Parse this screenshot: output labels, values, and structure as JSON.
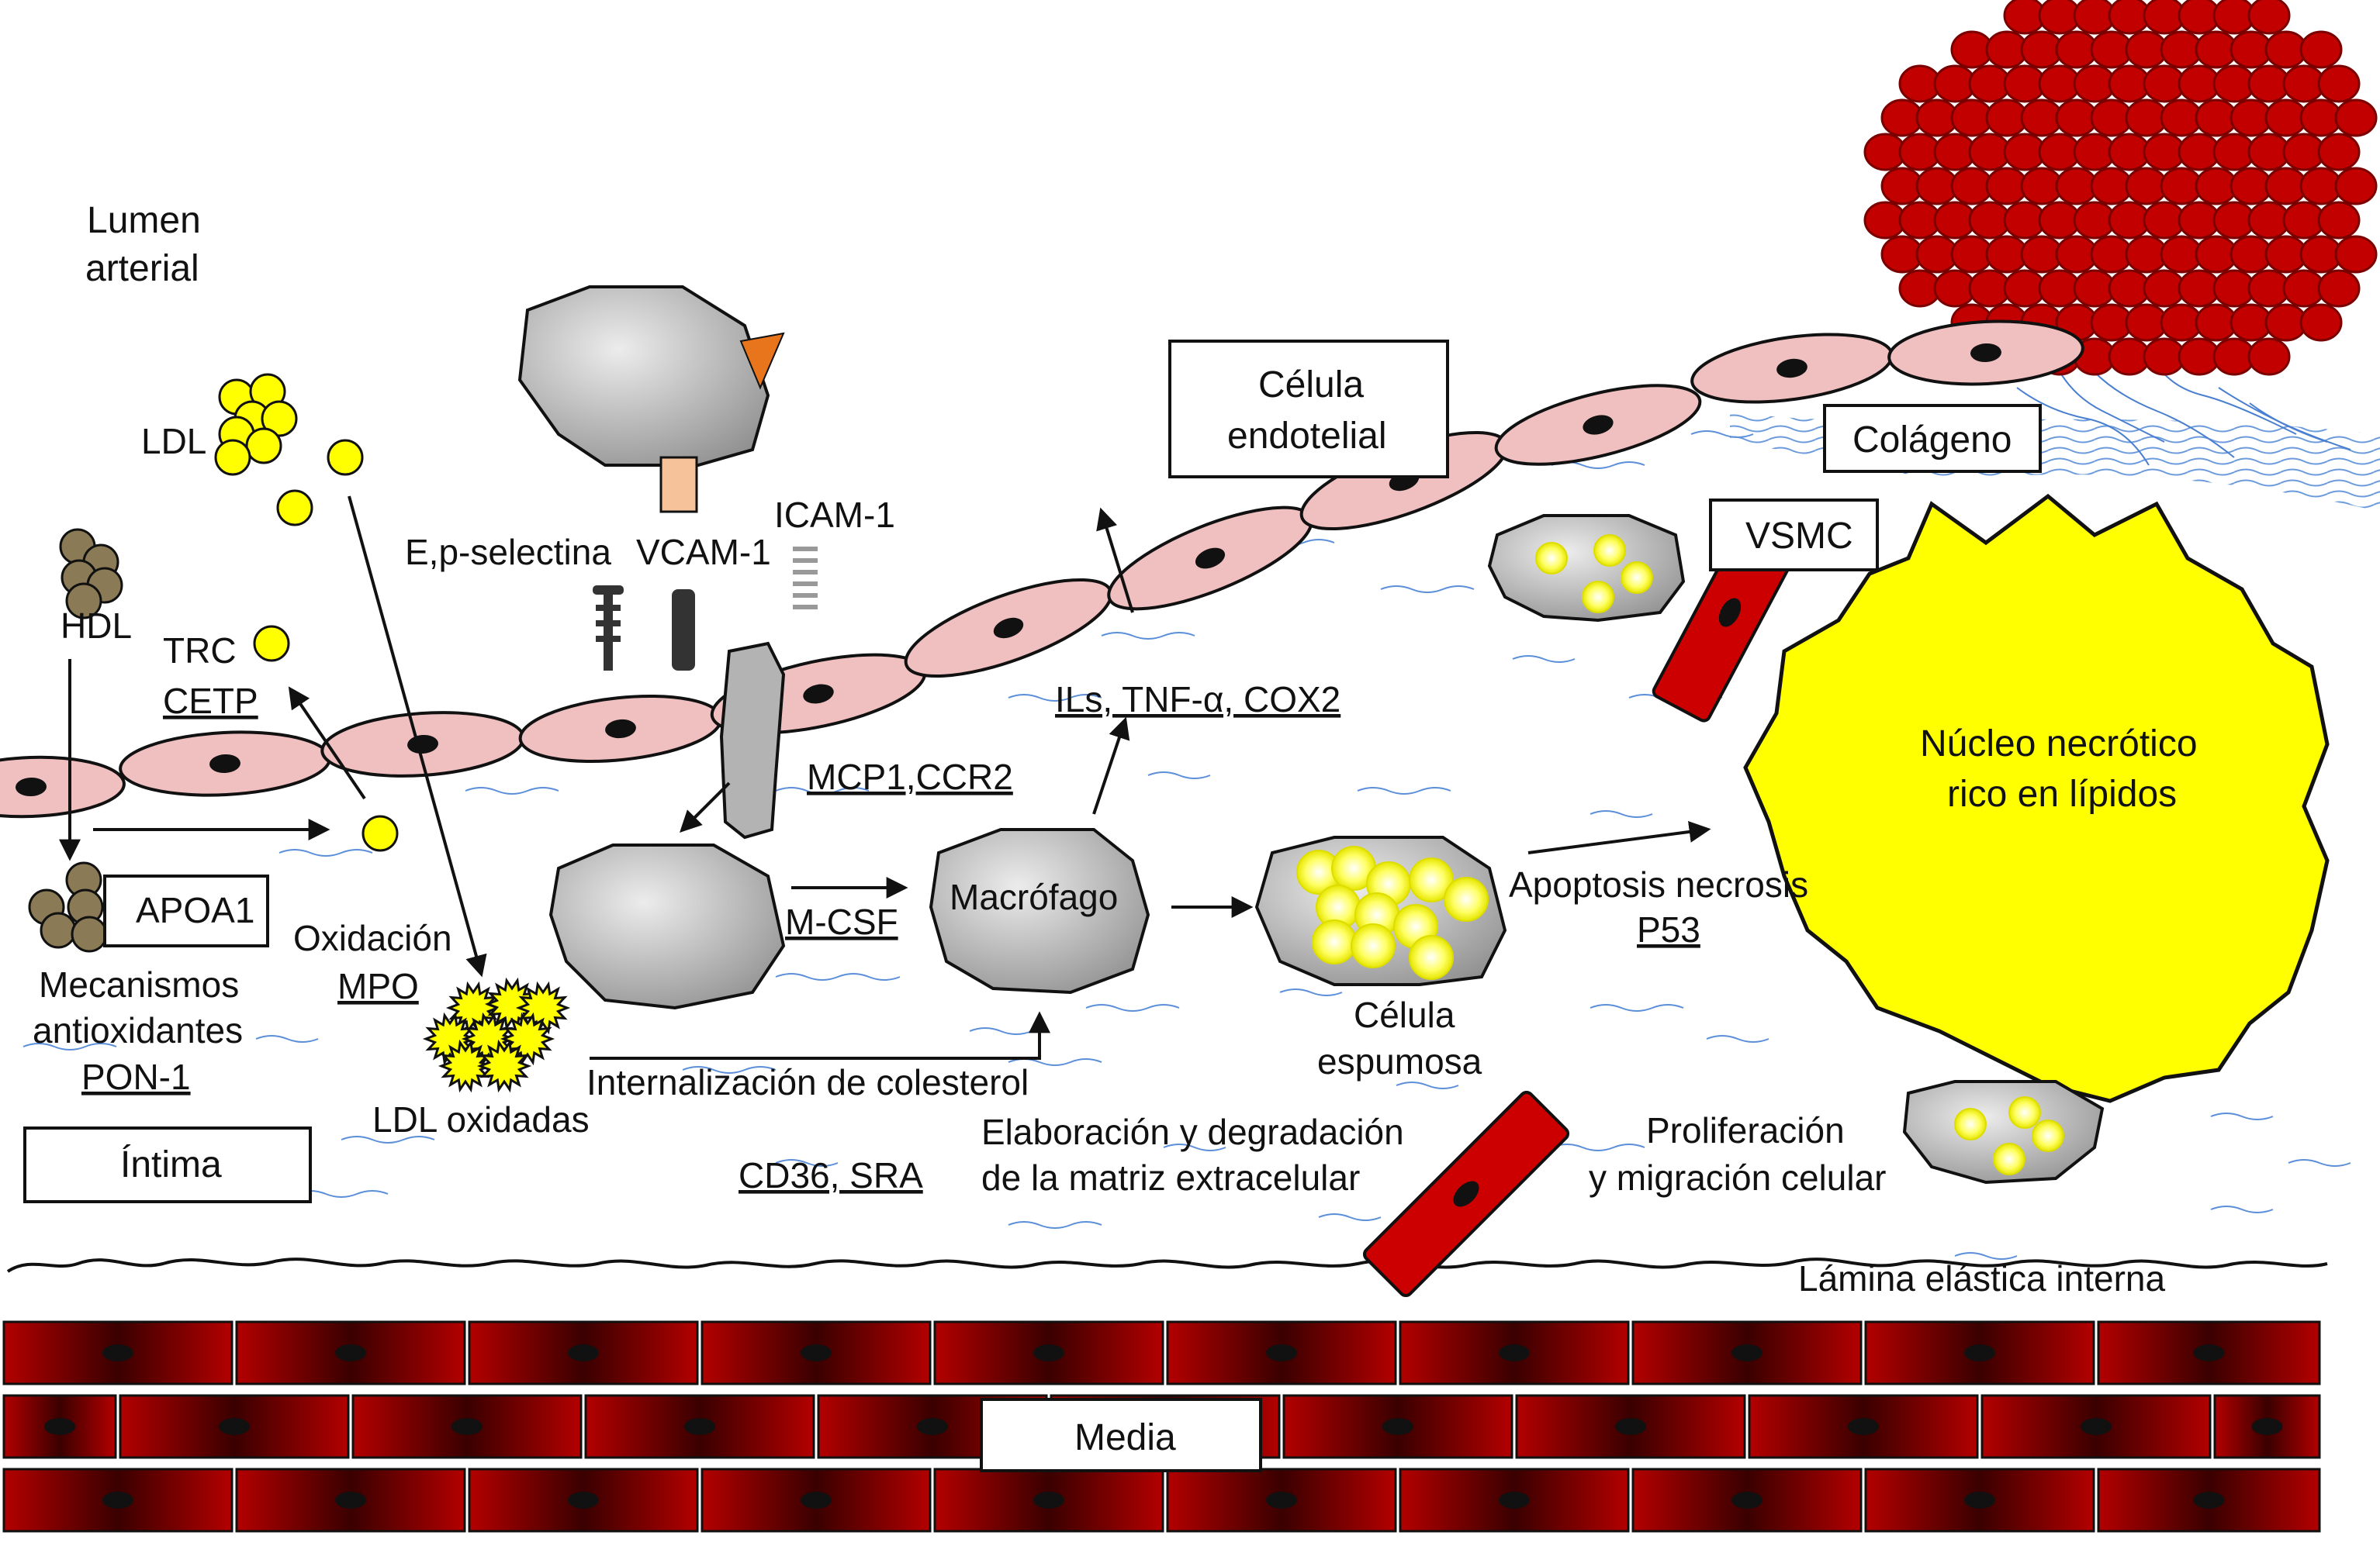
{
  "labels": {
    "lumen_line1": "Lumen",
    "lumen_line2": "arterial",
    "ldl": "LDL",
    "hdl": "HDL",
    "trc": "TRC",
    "cetp": "CETP",
    "apoa1": "APOA1",
    "mecanismos_line1": "Mecanismos",
    "mecanismos_line2": "antioxidantes",
    "pon1": "PON-1",
    "oxidacion": "Oxidación",
    "mpo": "MPO",
    "ldl_oxidadas": "LDL oxidadas",
    "intima": "Íntima",
    "selectina": "E,p-selectina",
    "vcam": "VCAM-1",
    "icam": "ICAM-1",
    "celula_endotelial_line1": "Célula",
    "celula_endotelial_line2": "endotelial",
    "colageno": "Colágeno",
    "vsmc": "VSMC",
    "ils": "ILs, TNF-α, COX2",
    "mcp1": "MCP1,CCR2",
    "mcsf": "M-CSF",
    "macrofago": "Macrófago",
    "internalizacion": "Internalización de colesterol",
    "cd36": "CD36, SRA",
    "elaboracion_line1": "Elaboración y degradación",
    "elaboracion_line2": "de la matriz extracelular",
    "celula_espumosa_line1": "Célula",
    "celula_espumosa_line2": "espumosa",
    "apoptosis": "Apoptosis necrosis",
    "p53": "P53",
    "nucleo_line1": "Núcleo necrótico",
    "nucleo_line2": "rico en lípidos",
    "proliferacion_line1": "Proliferación",
    "proliferacion_line2": "y migración celular",
    "lamina": "Lámina elástica interna",
    "media": "Media"
  },
  "colors": {
    "endothelial_fill": "#f0c0c0",
    "smc_red": "#cc0000",
    "ldl_yellow": "#ffff00",
    "hdl_olive": "#8a7a55",
    "macrophage_gray": "#a6a6a6",
    "collagen_blue": "#5b8fd9",
    "necrotic_yellow": "#ffff00",
    "selectin_orange": "#f5c29a",
    "triangle_orange": "#e8741c"
  }
}
